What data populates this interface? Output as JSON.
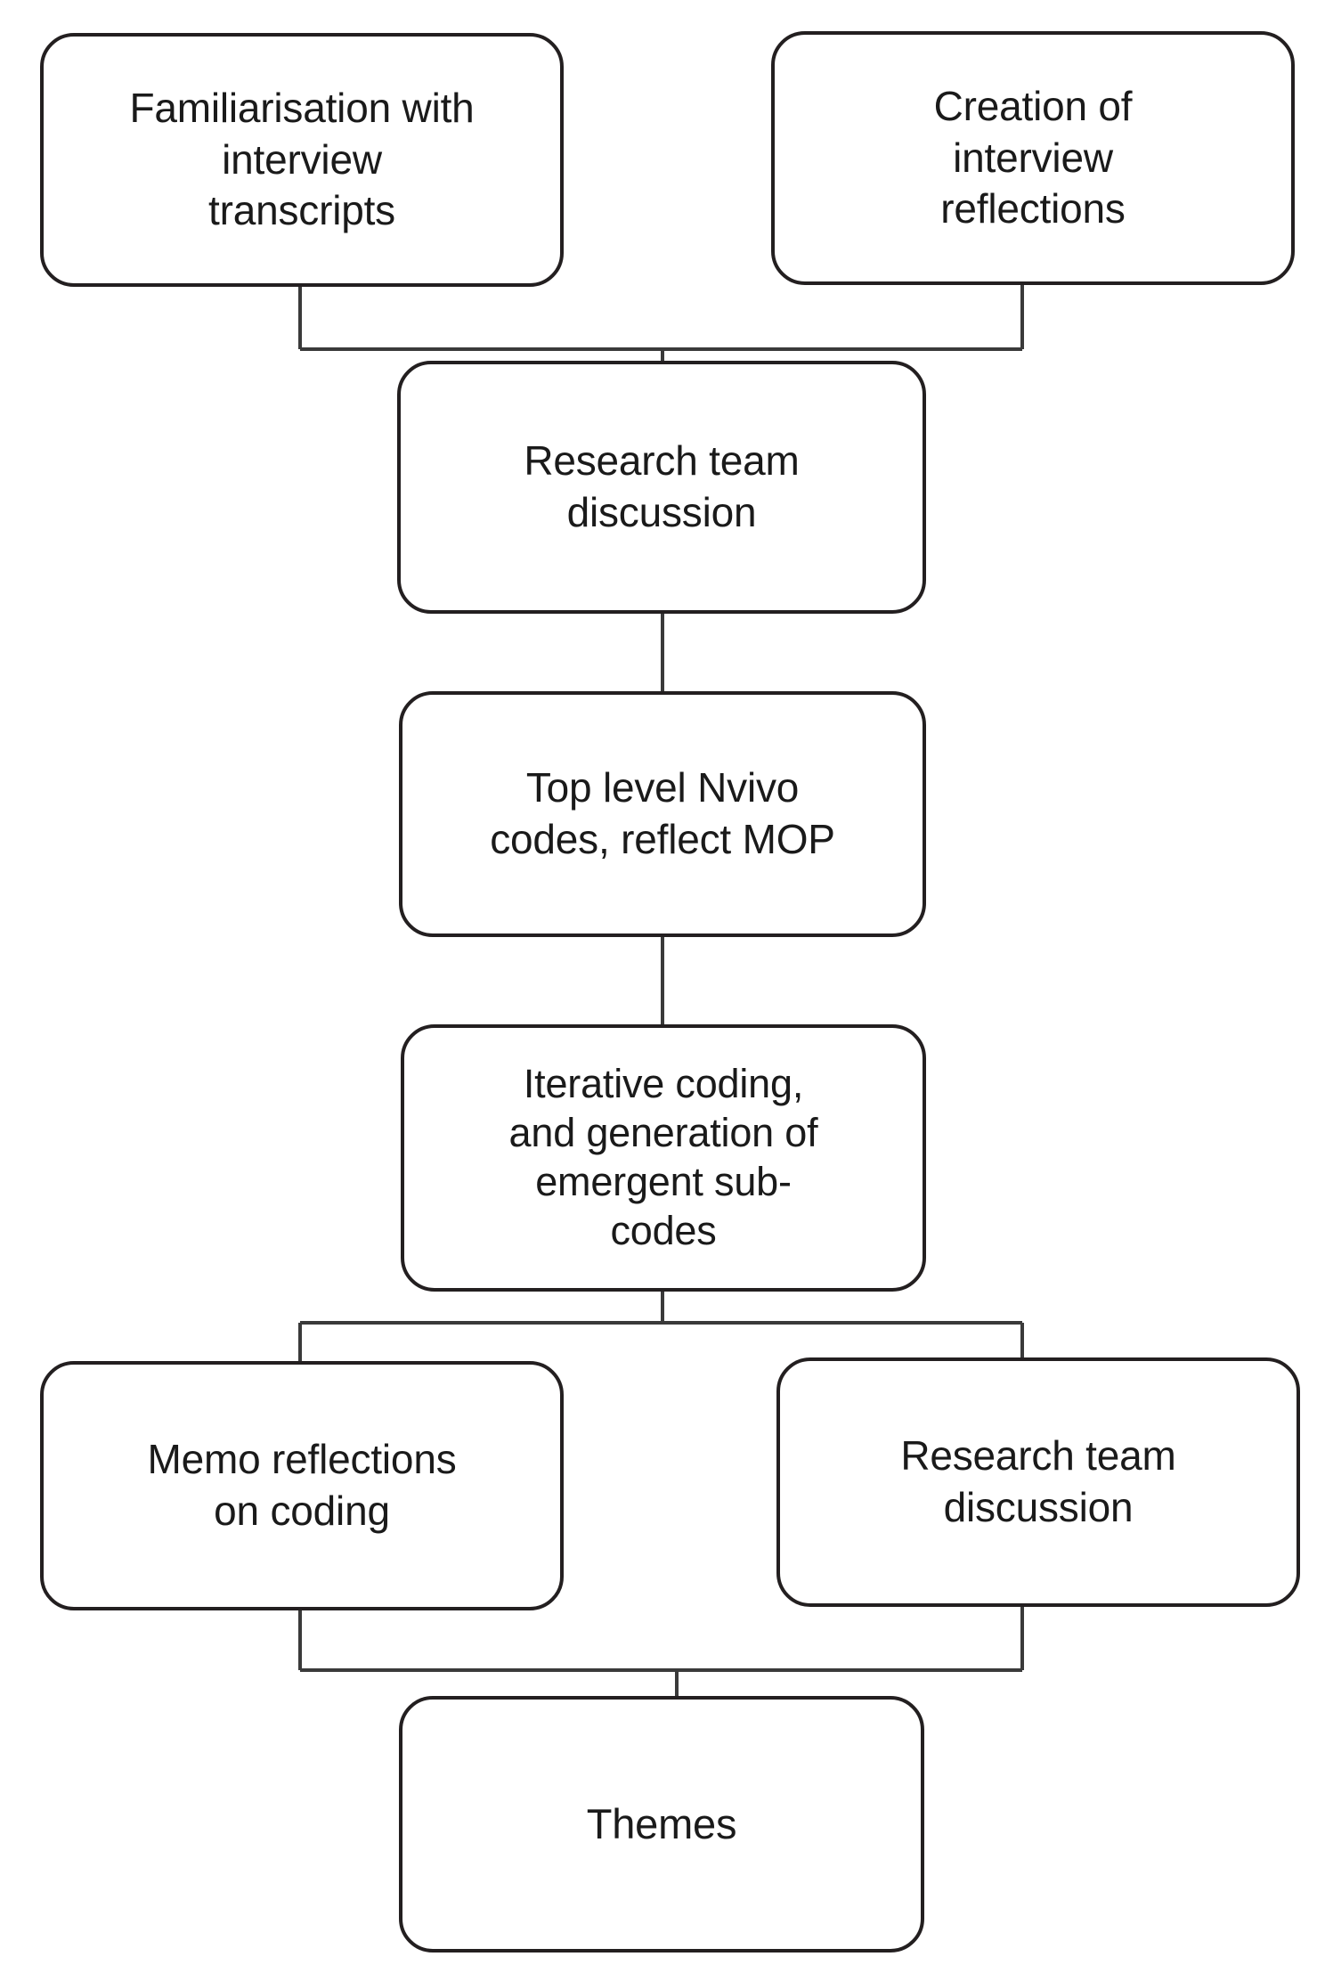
{
  "diagram": {
    "type": "flowchart",
    "orientation": "top-to-bottom",
    "background_color": "#ffffff",
    "node_border_color": "#231f20",
    "node_fill_color": "#ffffff",
    "connector_color": "#3a3a3a",
    "text_color": "#1a1a1a",
    "nodes": [
      {
        "id": "familiarisation",
        "label": "Familiarisation with\ninterview\ntranscripts"
      },
      {
        "id": "reflections",
        "label": "Creation of\ninterview\nreflections"
      },
      {
        "id": "discussion1",
        "label": "Research team\ndiscussion"
      },
      {
        "id": "nvivo",
        "label": "Top level Nvivo\ncodes, reflect MOP"
      },
      {
        "id": "iterative",
        "label": "Iterative coding,\nand generation of\nemergent sub-\ncodes"
      },
      {
        "id": "memo",
        "label": "Memo reflections\non coding"
      },
      {
        "id": "discussion2",
        "label": "Research team\ndiscussion"
      },
      {
        "id": "themes",
        "label": "Themes"
      }
    ],
    "edges": [
      {
        "from": "familiarisation",
        "to": "discussion1"
      },
      {
        "from": "reflections",
        "to": "discussion1"
      },
      {
        "from": "discussion1",
        "to": "nvivo"
      },
      {
        "from": "nvivo",
        "to": "iterative"
      },
      {
        "from": "iterative",
        "to": "memo"
      },
      {
        "from": "iterative",
        "to": "discussion2"
      },
      {
        "from": "memo",
        "to": "themes"
      },
      {
        "from": "discussion2",
        "to": "themes"
      }
    ]
  }
}
